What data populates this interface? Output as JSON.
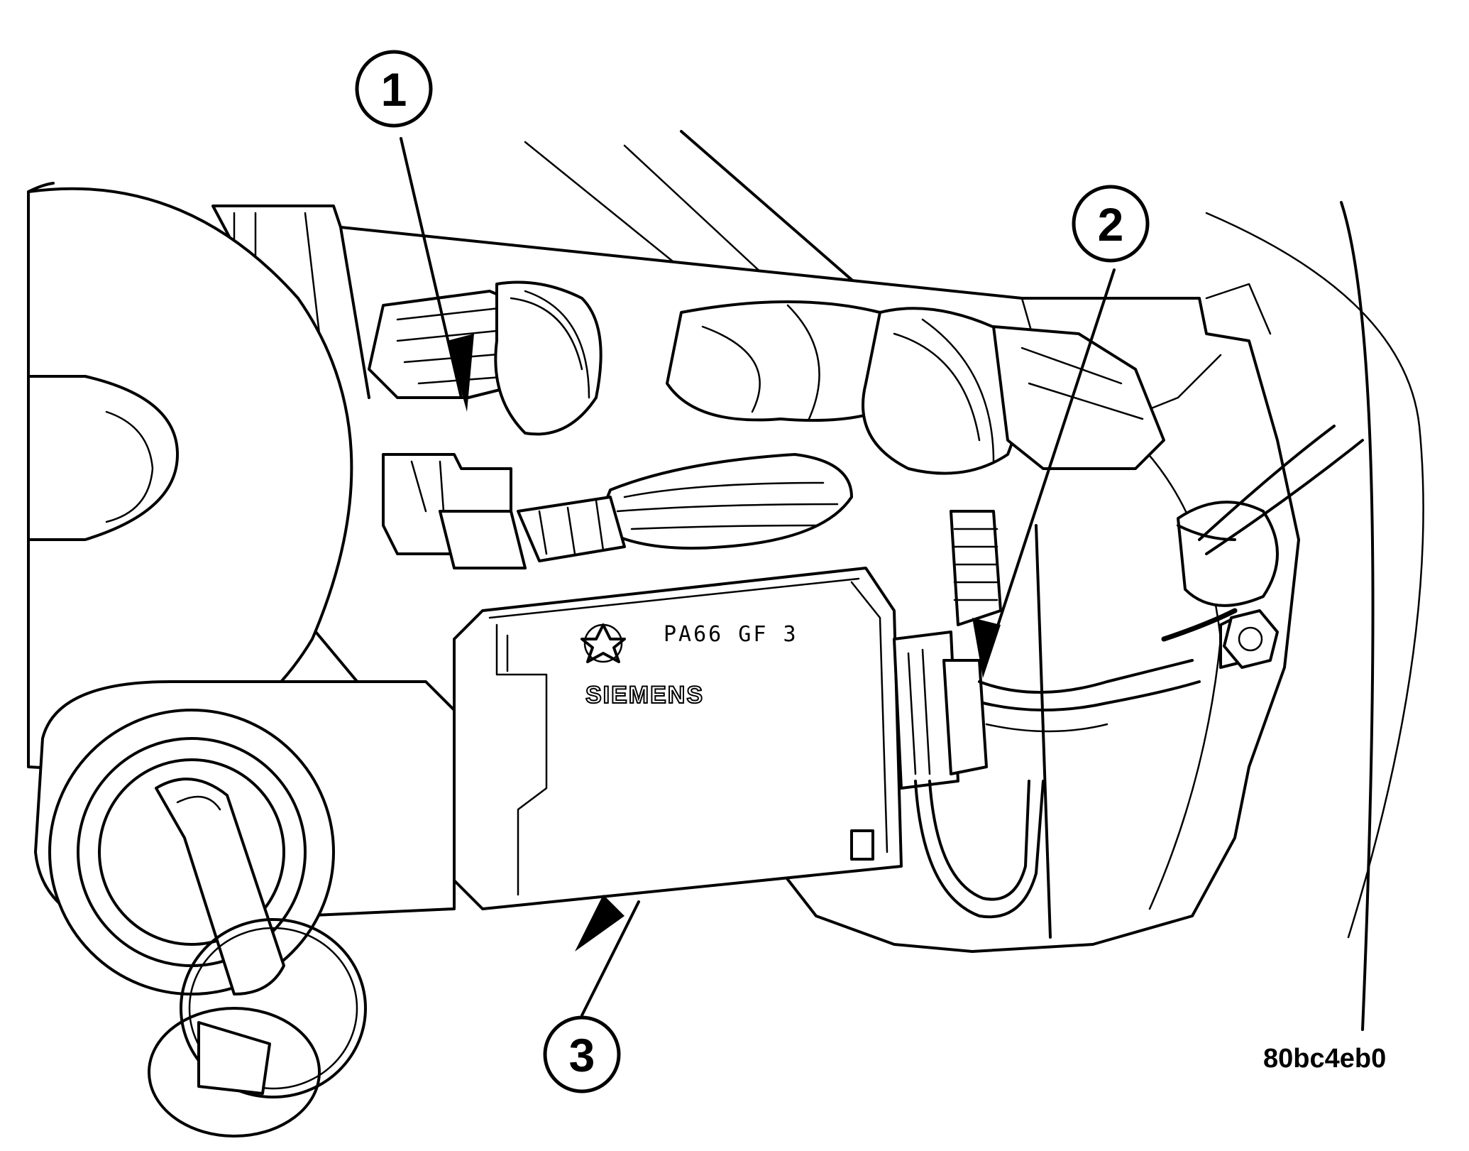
{
  "callouts": {
    "one": "1",
    "two": "2",
    "three": "3"
  },
  "module_markings": {
    "material_code": "PA66 GF 3",
    "brand": "SIEMENS"
  },
  "figure_code": "80bc4eb0"
}
